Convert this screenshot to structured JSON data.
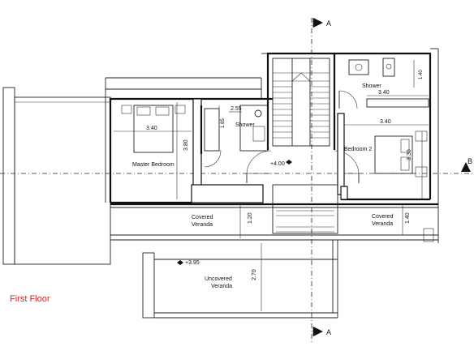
{
  "title": "First Floor",
  "colors": {
    "title": "#c62828",
    "line": "#111111"
  },
  "section_markers": {
    "a_top": "A",
    "a_bottom": "A",
    "b_right": "B"
  },
  "rooms": {
    "master": "Master Bedroom",
    "shower_left": "Shower",
    "shower_right": "Shower",
    "bedroom2": "Bedroom 2",
    "covered_left_1": "Covered",
    "covered_left_2": "Veranda",
    "covered_right_1": "Covered",
    "covered_right_2": "Veranda",
    "uncovered_1": "Uncovered",
    "uncovered_2": "Veranda"
  },
  "levels": {
    "landing": "+4.00",
    "veranda": "+3.95"
  },
  "dimensions": {
    "master_width": "3.40",
    "master_depth": "3.80",
    "shower_left_width": "2.55",
    "shower_left_depth": "1.85",
    "shower_right_depth": "1.40",
    "shower_right_width": "3.40",
    "bedroom2_width": "3.40",
    "bedroom2_depth": "3.30",
    "covered_depth": "1.20",
    "covered_right_depth": "1.40",
    "uncovered_depth": "2.70"
  }
}
